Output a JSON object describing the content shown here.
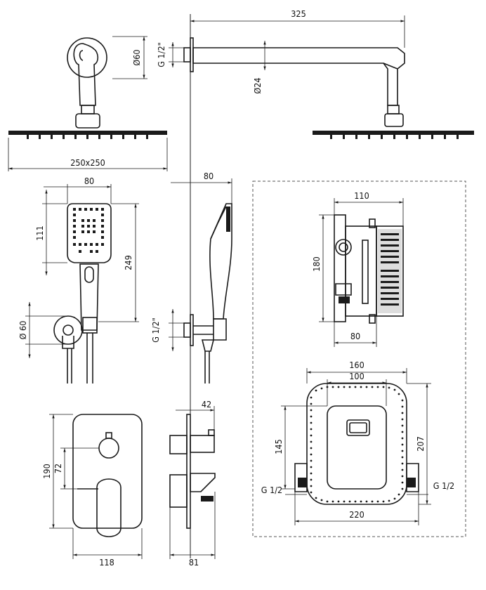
{
  "dimensions": {
    "arm_length": "325",
    "wall_flange_dia": "Ø60",
    "thread_top": "G 1/2\"",
    "arm_tube_dia": "Ø24",
    "head_size": "250x250",
    "hand_width": "80",
    "hand_head_height": "111",
    "hand_length": "249",
    "hand_side_depth": "80",
    "holder_dia": "Ø 60",
    "thread_mid": "G 1/2\"",
    "box_depth": "110",
    "box_height": "180",
    "box_width_bottom": "80",
    "cutout_width": "160",
    "plate_width_inner": "100",
    "cutout_height": "207",
    "inner_height": "145",
    "thread_left": "G 1/2",
    "thread_right": "G 1/2",
    "overall_width": "220",
    "mixer_depth_top": "42",
    "plate_height": "190",
    "spindle_offset": "72",
    "plate_width": "118",
    "mixer_depth_bottom": "81"
  }
}
